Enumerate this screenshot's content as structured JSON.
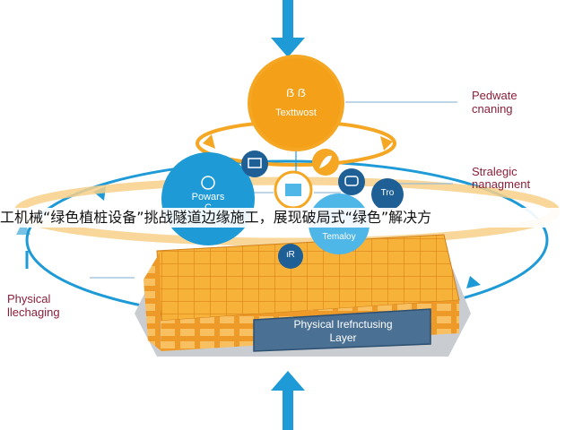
{
  "headline": "工机械“绿色植桩设备”挑战隧道边缘施工，展现破局式“绿色”解决方",
  "nodes": {
    "top_circle": {
      "icon": "ẞ ẞ",
      "label": "Texttwost"
    },
    "left_circle": {
      "label_line1": "Powars",
      "label_line2": "C"
    },
    "right_circle": {
      "label": "Temaloy"
    },
    "small_right": {
      "label": "Tro"
    },
    "small_bottom": {
      "label": "ιR"
    }
  },
  "side_labels": {
    "top_right": [
      "Pedwate",
      "cnaning"
    ],
    "mid_right": [
      "Stralegic",
      "nanagment"
    ],
    "left": [
      "Physical",
      "llechaging"
    ]
  },
  "base": {
    "label_line1": "Physical Irefnctusing",
    "label_line2": "Layer"
  },
  "colors": {
    "orange": "#f5a623",
    "orange_dark": "#e8861a",
    "blue": "#1e9ad6",
    "blue_light": "#4fb6e8",
    "navy": "#1f5d8a",
    "label_red": "#8b1f3a"
  }
}
